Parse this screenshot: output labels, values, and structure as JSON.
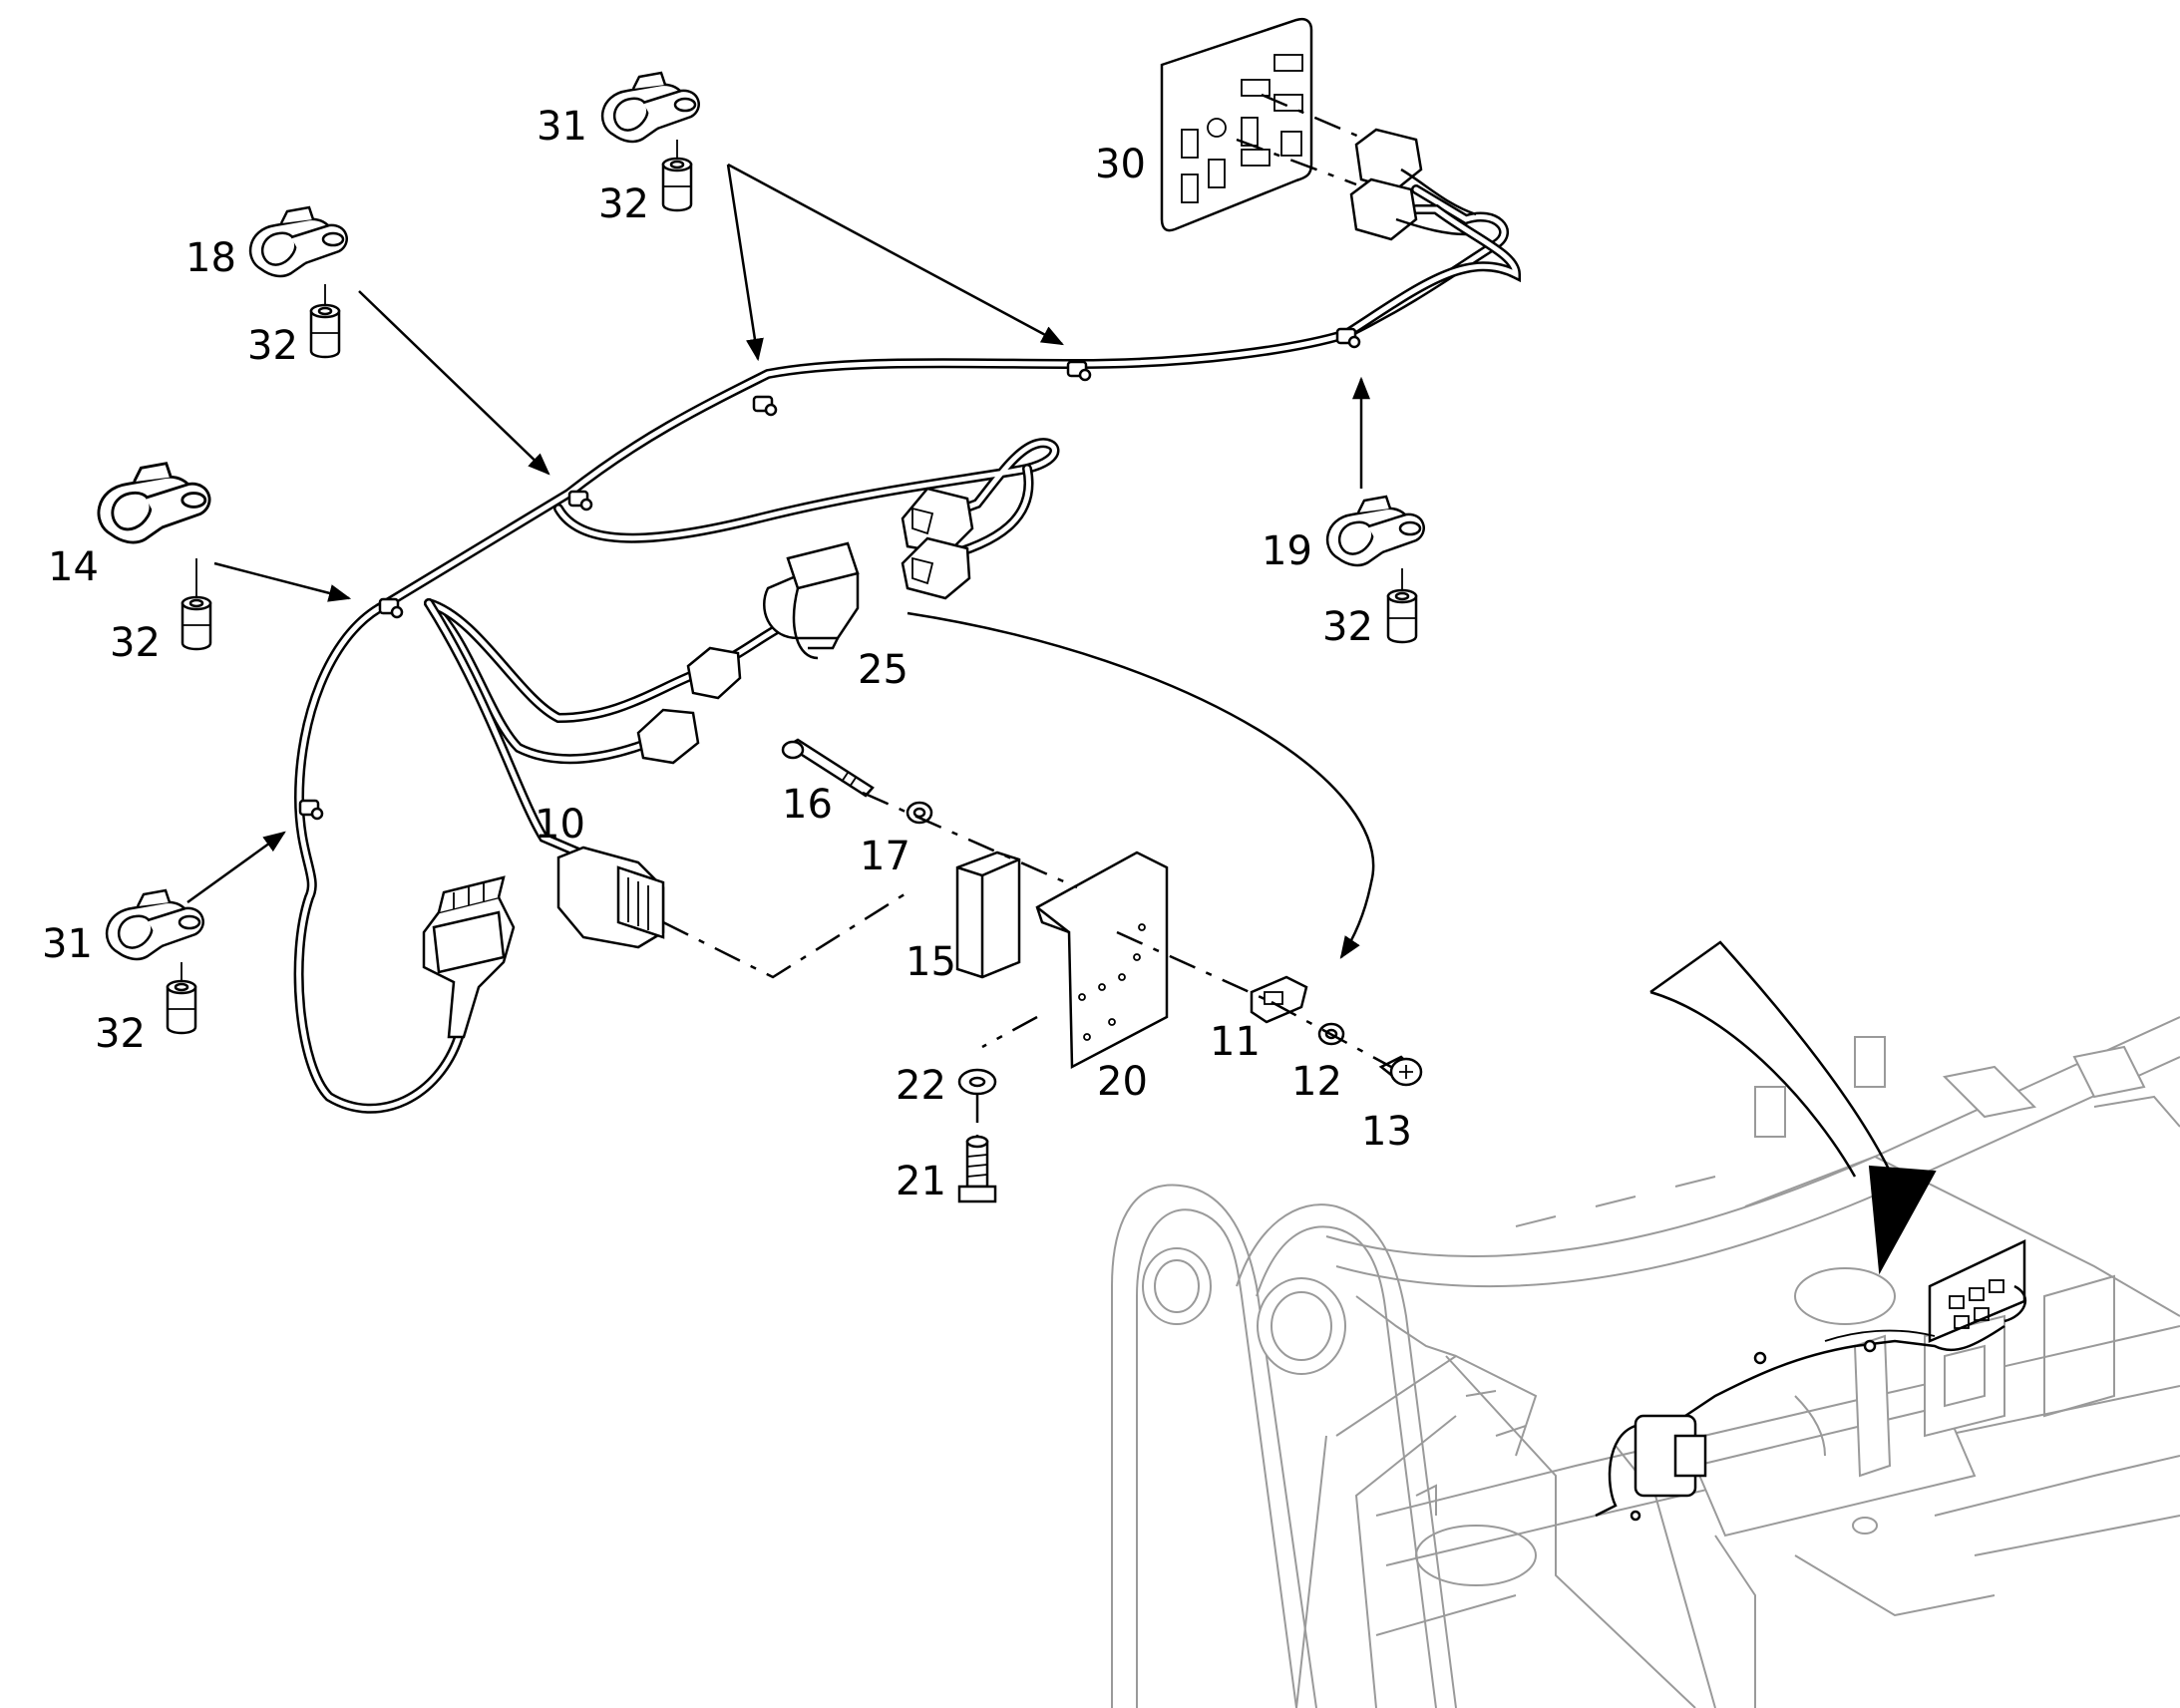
{
  "labels": {
    "p10": "10",
    "p11": "11",
    "p12": "12",
    "p13": "13",
    "p14": "14",
    "p15": "15",
    "p16": "16",
    "p17": "17",
    "p18": "18",
    "p19": "19",
    "p20": "20",
    "p21": "21",
    "p22": "22",
    "p25": "25",
    "p30": "30",
    "p31_top": "31",
    "p31_bottom": "31",
    "p32_a": "32",
    "p32_b": "32",
    "p32_c": "32",
    "p32_d": "32",
    "p32_e": "32"
  },
  "colors": {
    "line": "#000000",
    "ghost": "#9a9a9a",
    "background": "#ffffff"
  }
}
